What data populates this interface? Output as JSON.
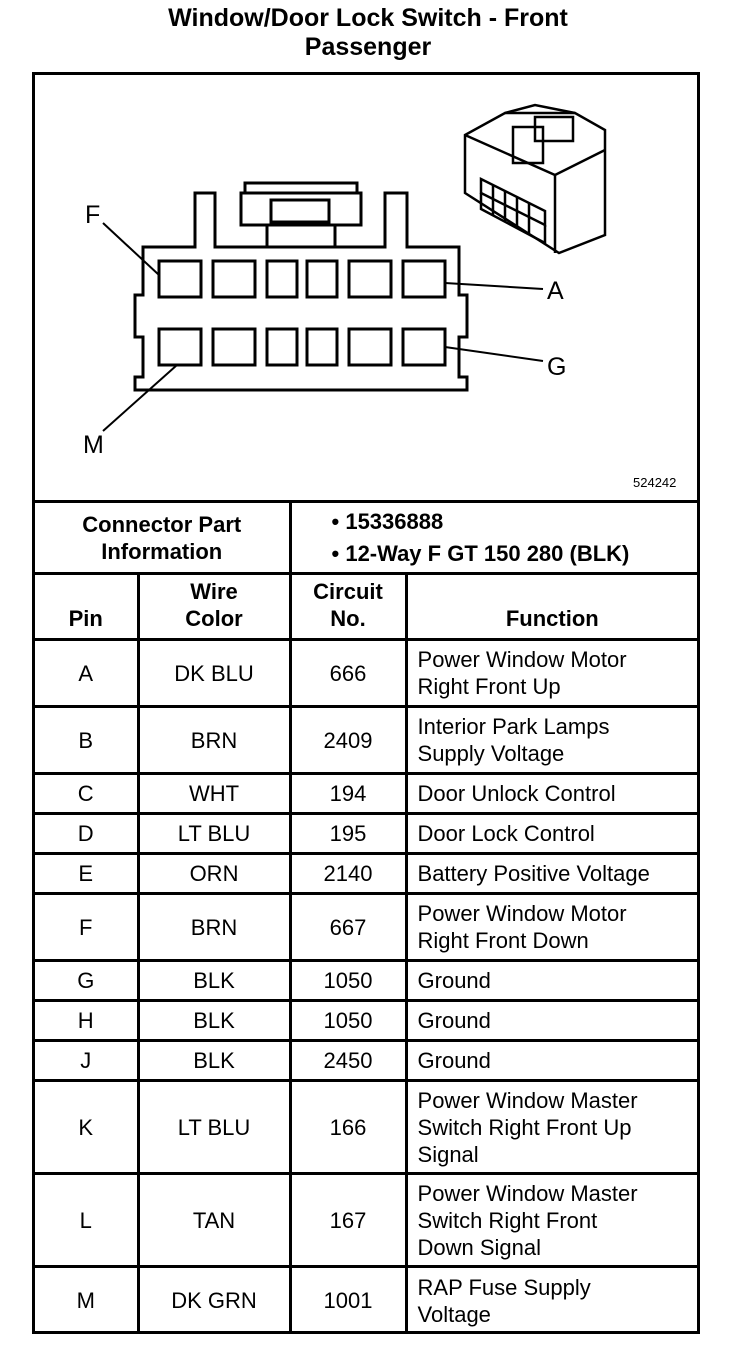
{
  "title": {
    "line1": "Window/Door Lock Switch - Front",
    "line2": "Passenger"
  },
  "diagram": {
    "labels": {
      "F": "F",
      "A": "A",
      "G": "G",
      "M": "M"
    },
    "figure_number": "524242"
  },
  "connector_info": {
    "label_line1": "Connector Part",
    "label_line2": "Information",
    "items": [
      "• 15336888",
      "• 12-Way F GT 150 280 (BLK)"
    ]
  },
  "table": {
    "headers": {
      "pin": "Pin",
      "wire_line1": "Wire",
      "wire_line2": "Color",
      "circuit_line1": "Circuit",
      "circuit_line2": "No.",
      "function": "Function"
    },
    "rows": [
      {
        "pin": "A",
        "color": "DK BLU",
        "circuit": "666",
        "function": [
          "Power Window Motor",
          "Right Front Up"
        ]
      },
      {
        "pin": "B",
        "color": "BRN",
        "circuit": "2409",
        "function": [
          "Interior Park Lamps",
          "Supply Voltage"
        ]
      },
      {
        "pin": "C",
        "color": "WHT",
        "circuit": "194",
        "function": [
          "Door Unlock Control"
        ]
      },
      {
        "pin": "D",
        "color": "LT BLU",
        "circuit": "195",
        "function": [
          "Door Lock Control"
        ]
      },
      {
        "pin": "E",
        "color": "ORN",
        "circuit": "2140",
        "function": [
          "Battery Positive Voltage"
        ]
      },
      {
        "pin": "F",
        "color": "BRN",
        "circuit": "667",
        "function": [
          "Power Window Motor",
          "Right Front Down"
        ]
      },
      {
        "pin": "G",
        "color": "BLK",
        "circuit": "1050",
        "function": [
          "Ground"
        ]
      },
      {
        "pin": "H",
        "color": "BLK",
        "circuit": "1050",
        "function": [
          "Ground"
        ]
      },
      {
        "pin": "J",
        "color": "BLK",
        "circuit": "2450",
        "function": [
          "Ground"
        ]
      },
      {
        "pin": "K",
        "color": "LT BLU",
        "circuit": "166",
        "function": [
          "Power Window Master",
          "Switch Right Front Up",
          "Signal"
        ]
      },
      {
        "pin": "L",
        "color": "TAN",
        "circuit": "167",
        "function": [
          "Power Window Master",
          "Switch Right Front",
          "Down Signal"
        ]
      },
      {
        "pin": "M",
        "color": "DK GRN",
        "circuit": "1001",
        "function": [
          "RAP Fuse Supply",
          "Voltage"
        ]
      }
    ]
  }
}
